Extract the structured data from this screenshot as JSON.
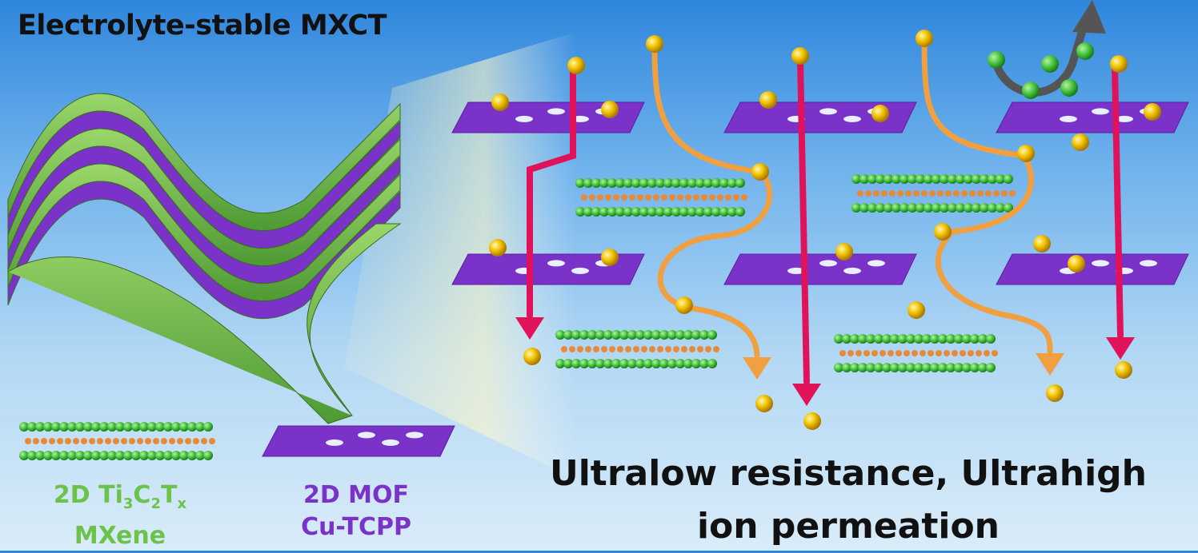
{
  "title": "Electrolyte-stable MXCT",
  "mxene_label": {
    "line1_prefix": "2D Ti",
    "sub1": "3",
    "c": "C",
    "sub2": "2",
    "t": "T",
    "sub3": "x",
    "line2": "MXene"
  },
  "mof_label": {
    "line1": "2D MOF",
    "line2": "Cu-TCPP"
  },
  "caption": {
    "line1": "Ultralow resistance, Ultrahigh",
    "line2": "ion permeation"
  },
  "colors": {
    "mxene_green": "#6cc24a",
    "mof_purple": "#7a32c8",
    "fast_ion_path": "#e0135a",
    "tortuous_ion_path": "#f0a040",
    "ion_yellow": "#f2c200",
    "blocked_path": "#555555"
  }
}
